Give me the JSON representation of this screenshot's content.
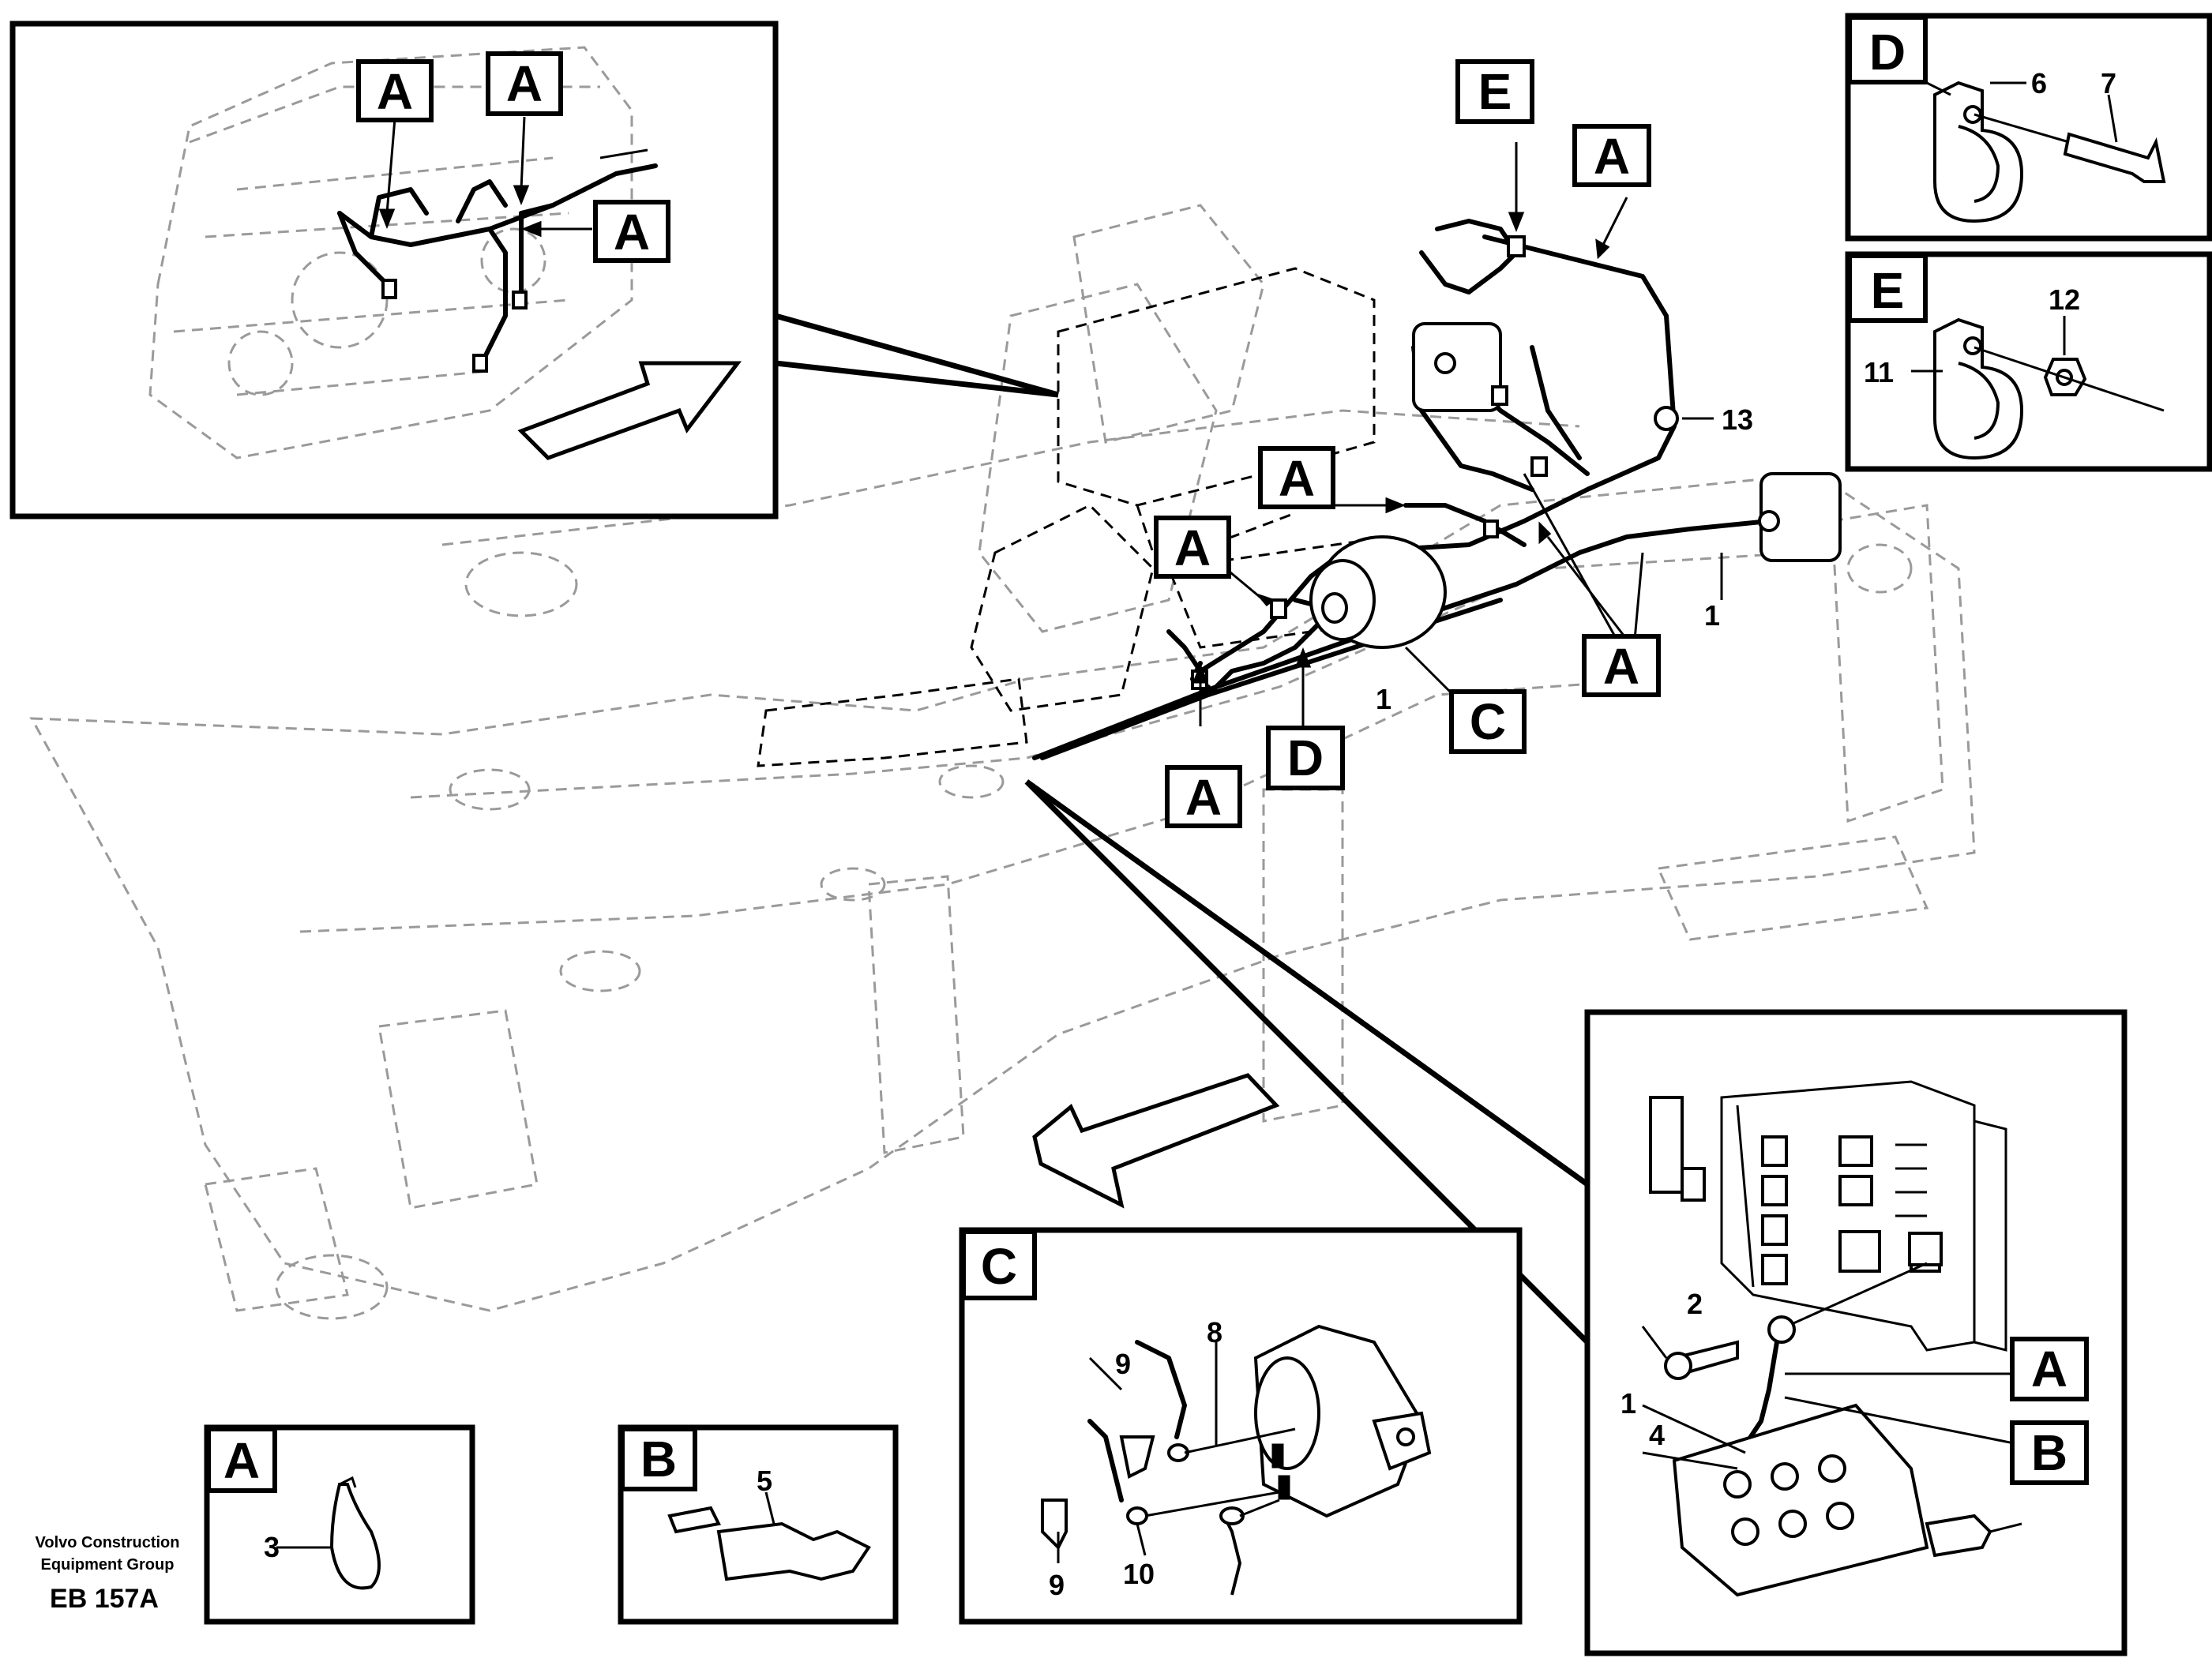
{
  "company": {
    "line1": "Volvo Construction",
    "line2": "Equipment Group",
    "code": "EB 157A"
  },
  "callouts": {
    "A": "A",
    "B": "B",
    "C": "C",
    "D": "D",
    "E": "E"
  },
  "parts": {
    "p1": "1",
    "p2": "2",
    "p3": "3",
    "p4": "4",
    "p5": "5",
    "p6": "6",
    "p7": "7",
    "p8": "8",
    "p9": "9",
    "p10": "10",
    "p11": "11",
    "p12": "12",
    "p13": "13"
  }
}
